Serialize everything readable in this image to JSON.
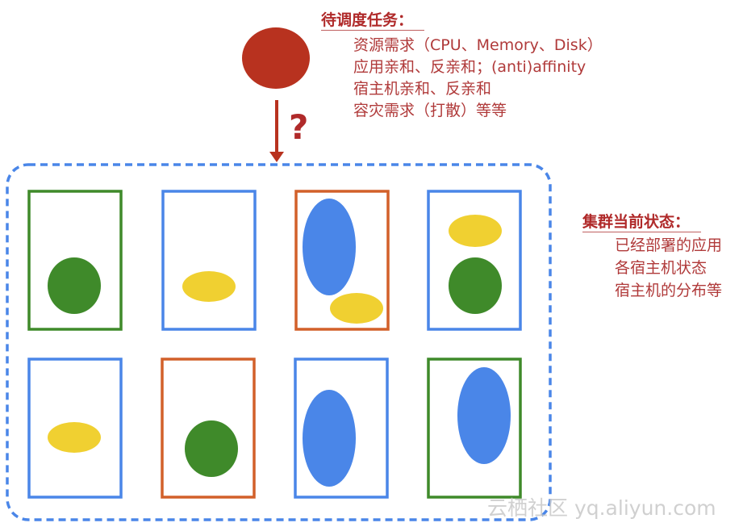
{
  "pending_task": {
    "title": "待调度任务：",
    "question_mark": "?",
    "items": [
      "资源需求（CPU、Memory、Disk）",
      "应用亲和、反亲和；(anti)affinity",
      "宿主机亲和、反亲和",
      "容灾需求（打散）等等"
    ]
  },
  "cluster_state": {
    "title": "集群当前状态：",
    "items": [
      "已经部署的应用",
      "各宿主机状态",
      "宿主机的分布等"
    ]
  },
  "watermark": "云栖社区 yq.aliyun.com",
  "colors": {
    "task": "#b8321f",
    "blue": "#4a86e8",
    "green": "#3f8a2a",
    "yellow": "#f0d031",
    "orange": "#d2602a",
    "dashed": "#4a86e8"
  }
}
